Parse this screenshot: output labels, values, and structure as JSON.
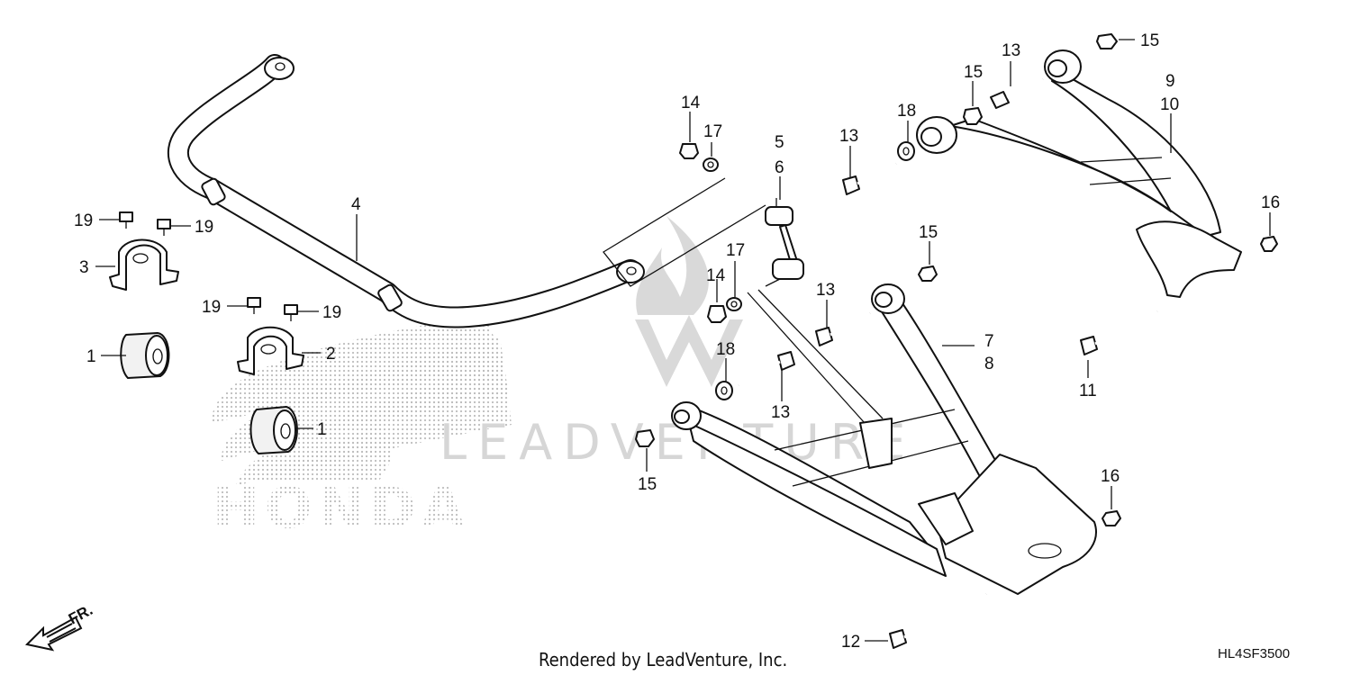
{
  "diagram": {
    "footer": "Rendered by LeadVenture, Inc.",
    "code": "HL4SF3500",
    "direction": "FR.",
    "brand_watermark": "HONDA",
    "vendor_watermark": "LEADVENTURE",
    "callouts": {
      "c1a": "1",
      "c1b": "1",
      "c2": "2",
      "c3": "3",
      "c4": "4",
      "c5": "5",
      "c6": "6",
      "c7": "7",
      "c8": "8",
      "c9": "9",
      "c10": "10",
      "c11": "11",
      "c12": "12",
      "c13a": "13",
      "c13b": "13",
      "c13c": "13",
      "c13d": "13",
      "c14a": "14",
      "c14b": "14",
      "c15a": "15",
      "c15b": "15",
      "c15c": "15",
      "c15d": "15",
      "c16a": "16",
      "c16b": "16",
      "c17a": "17",
      "c17b": "17",
      "c18a": "18",
      "c18b": "18",
      "c19a": "19",
      "c19b": "19",
      "c19c": "19",
      "c19d": "19"
    }
  }
}
